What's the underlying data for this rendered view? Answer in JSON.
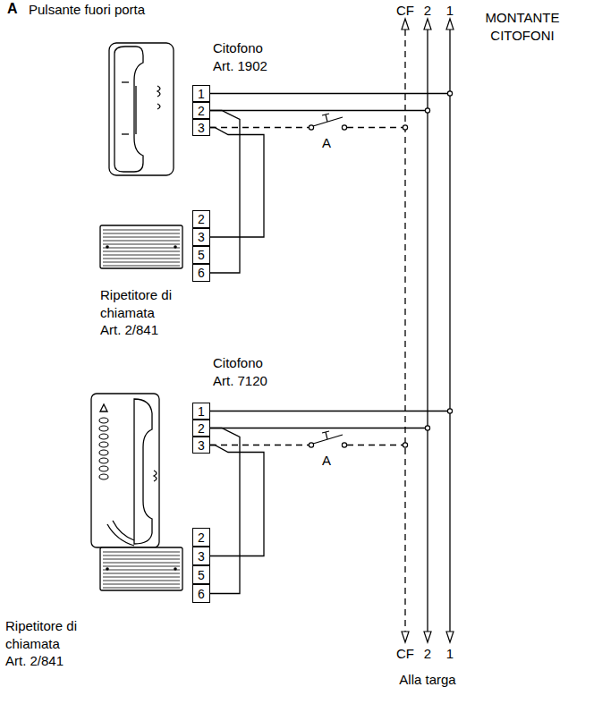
{
  "diagram": {
    "nodes": [
      {
        "text": [
          "1"
        ]
      },
      {
        "text": [
          "2"
        ]
      },
      {
        "text": [
          "3"
        ]
      },
      {
        "text": [
          "2"
        ]
      },
      {
        "text": [
          "3"
        ]
      },
      {
        "text": [
          "5"
        ]
      },
      {
        "text": [
          "6"
        ]
      },
      {
        "text": [
          "1"
        ]
      },
      {
        "text": [
          "2"
        ]
      },
      {
        "text": [
          "3"
        ]
      },
      {
        "text": [
          "2"
        ]
      },
      {
        "text": [
          "3"
        ]
      },
      {
        "text": [
          "5"
        ]
      },
      {
        "text": [
          "6"
        ]
      }
    ],
    "edges": [
      {
        "from": 1,
        "to": 6,
        "arrow": "none"
      },
      {
        "from": 2,
        "to": 4,
        "arrow": "none"
      },
      {
        "from": 8,
        "to": 13,
        "arrow": "none"
      },
      {
        "from": 9,
        "to": 11,
        "arrow": "none"
      }
    ],
    "labels": [
      "A",
      "Pulsante fuori porta",
      "CF",
      "2",
      "1",
      "MONTANTE CITOFONI",
      "Citofono Art. 1902",
      "A",
      "Ripetitore di chiamata Art. 2/841",
      "Citofono Art. 7120",
      "A",
      "Ripetitore di chiamata Art. 2/841",
      "CF",
      "2",
      "1",
      "Alla targa"
    ]
  }
}
